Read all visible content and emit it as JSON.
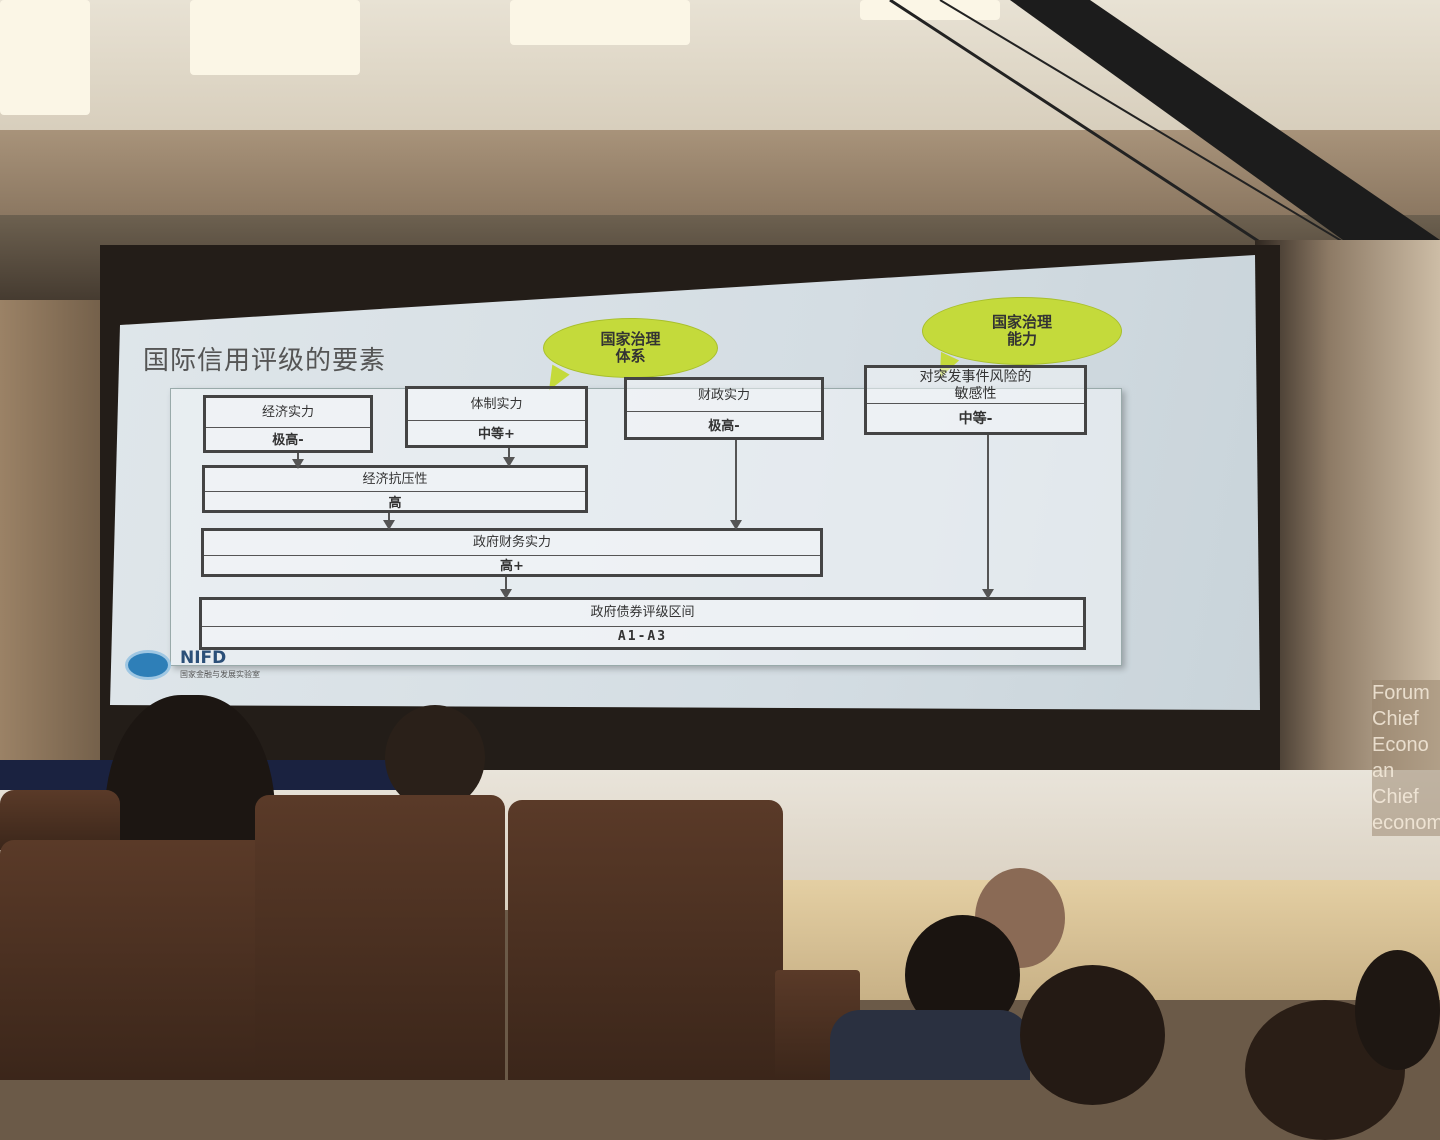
{
  "slide": {
    "title": "国际信用评级的要素",
    "bubbles": [
      {
        "label": "国家治理体系",
        "line1": "国家治理",
        "line2": "体系"
      },
      {
        "label": "国家治理能力",
        "line1": "国家治理",
        "line2": "能力"
      }
    ],
    "boxes": {
      "economic_strength": {
        "title": "经济实力",
        "value": "极高-"
      },
      "institutional_strength": {
        "title": "体制实力",
        "value": "中等+"
      },
      "fiscal_strength": {
        "title": "财政实力",
        "value": "极高-"
      },
      "event_risk": {
        "title_line1": "对突发事件风险的",
        "title_line2": "敏感性",
        "value": "中等-"
      },
      "economic_resilience": {
        "title": "经济抗压性",
        "value": "高"
      },
      "government_financial_strength": {
        "title": "政府财务实力",
        "value": "高+"
      },
      "bond_rating_range": {
        "title": "政府债券评级区间",
        "value": "A1-A3"
      }
    },
    "logo": {
      "text": "NIFD",
      "subtitle": "国家金融与发展实验室"
    },
    "colors": {
      "bubble": "#c4da3b",
      "slide_bg": "#dbe3e8"
    }
  },
  "background_banner": {
    "lines": [
      "Forum",
      "Chief",
      "Econo",
      "an",
      "Chief",
      "economi"
    ]
  }
}
